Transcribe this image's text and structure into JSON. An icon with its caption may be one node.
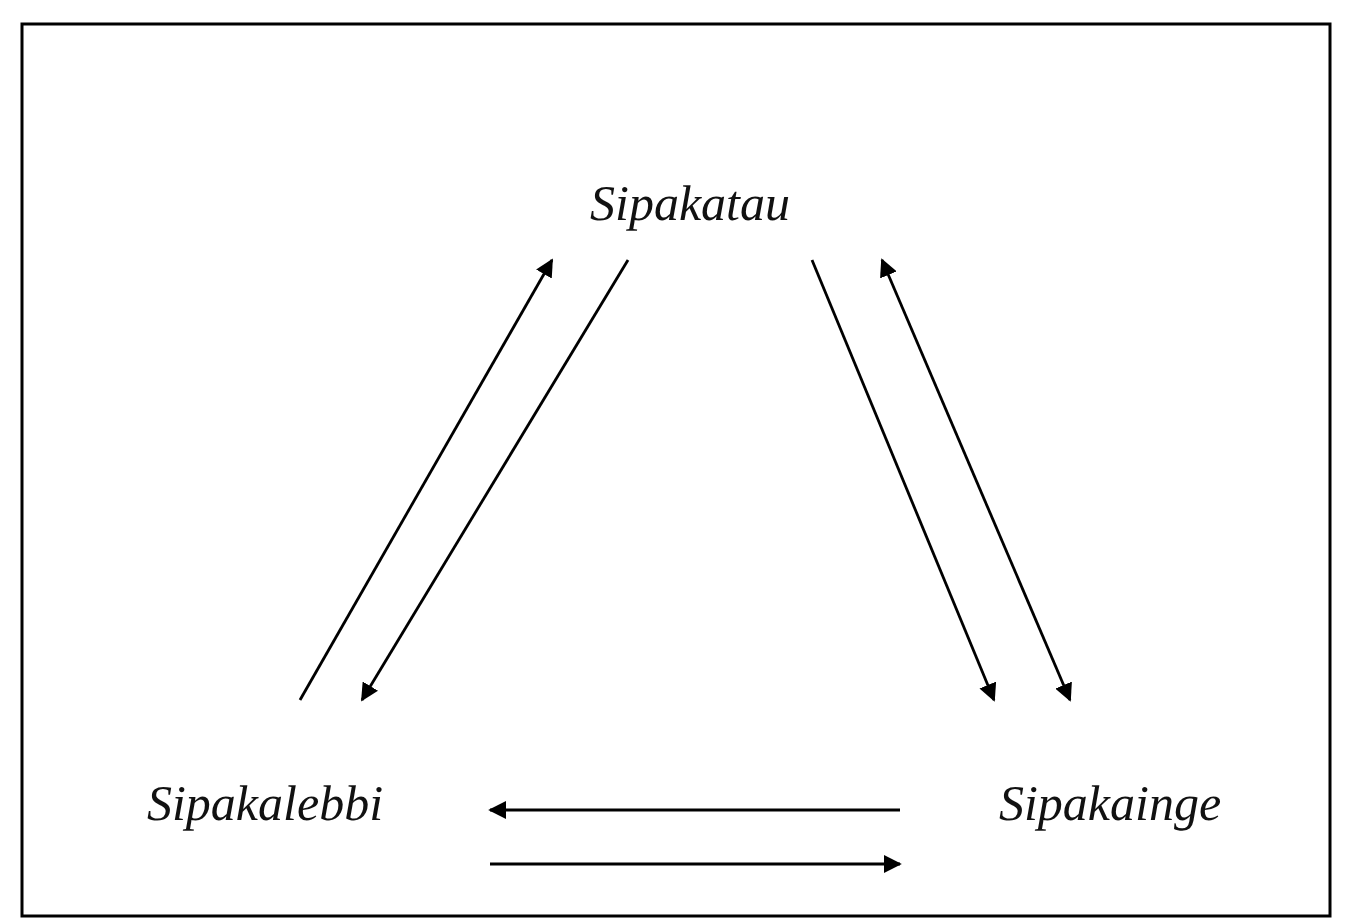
{
  "diagram": {
    "nodes": [
      {
        "text": [
          "Sipakatau"
        ]
      },
      {
        "text": [
          "Sipakalebbi"
        ]
      },
      {
        "text": [
          "Sipakainge"
        ]
      }
    ],
    "edges": [
      {
        "from": 1,
        "to": 0,
        "arrow": "to"
      },
      {
        "from": 0,
        "to": 1,
        "arrow": "to"
      },
      {
        "from": 0,
        "to": 2,
        "arrow": "to"
      },
      {
        "from": 0,
        "to": 2,
        "arrow": "both"
      },
      {
        "from": 2,
        "to": 1,
        "arrow": "to"
      },
      {
        "from": 1,
        "to": 2,
        "arrow": "to"
      }
    ]
  }
}
